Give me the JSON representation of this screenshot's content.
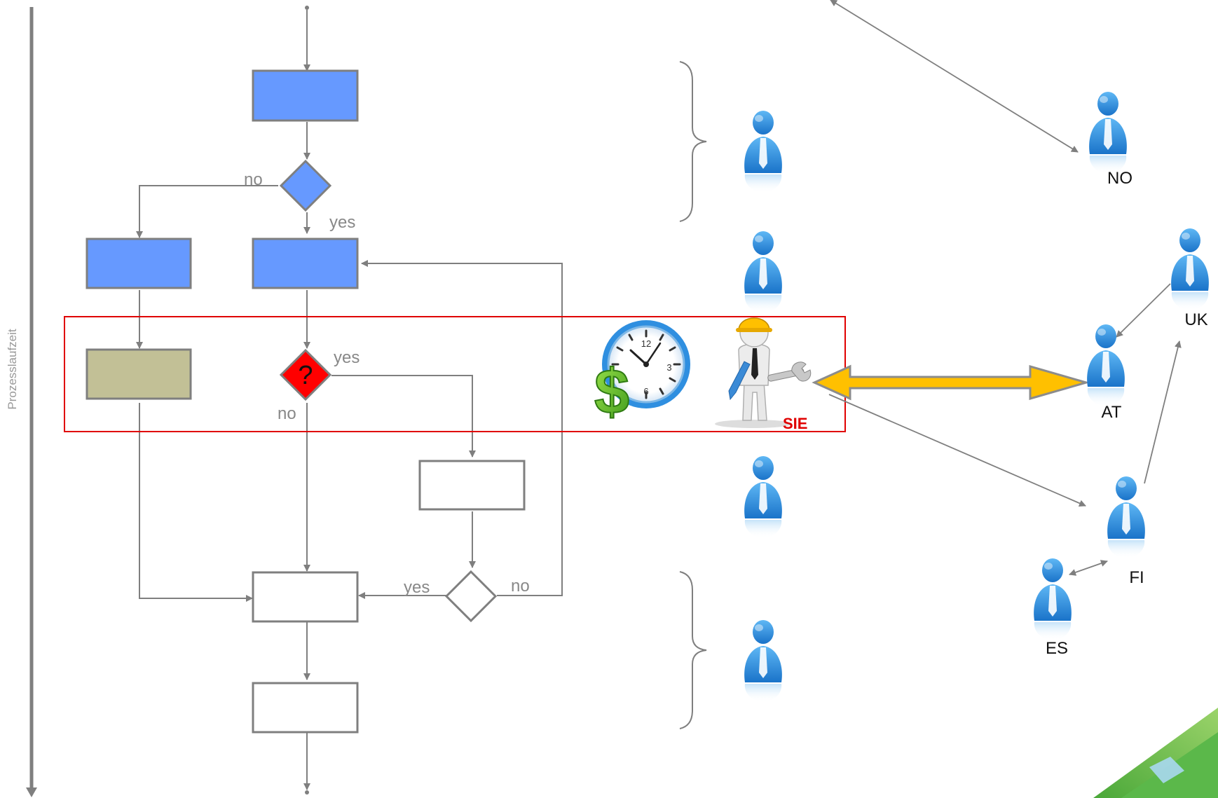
{
  "axis": {
    "label": "Prozesslaufzeit"
  },
  "flow": {
    "labels": {
      "no_1": "no",
      "yes_1": "yes",
      "yes_2": "yes",
      "no_2": "no",
      "yes_3": "yes",
      "no_3": "no"
    },
    "question_mark": "?"
  },
  "highlight": {
    "worker_tag": "SIE"
  },
  "countries": {
    "no": "NO",
    "uk": "UK",
    "at": "AT",
    "fi": "FI",
    "es": "ES"
  },
  "colors": {
    "box_blue": "#6699ff",
    "box_olive": "#c2c096",
    "decision_red": "#ff0000",
    "highlight_border": "#e00000",
    "double_arrow": "#ffc000",
    "connector": "#7f7f7f",
    "worker_tag": "#e00000"
  },
  "icons": [
    "person-icon",
    "clock-dollar-icon",
    "worker-wrench-icon"
  ]
}
